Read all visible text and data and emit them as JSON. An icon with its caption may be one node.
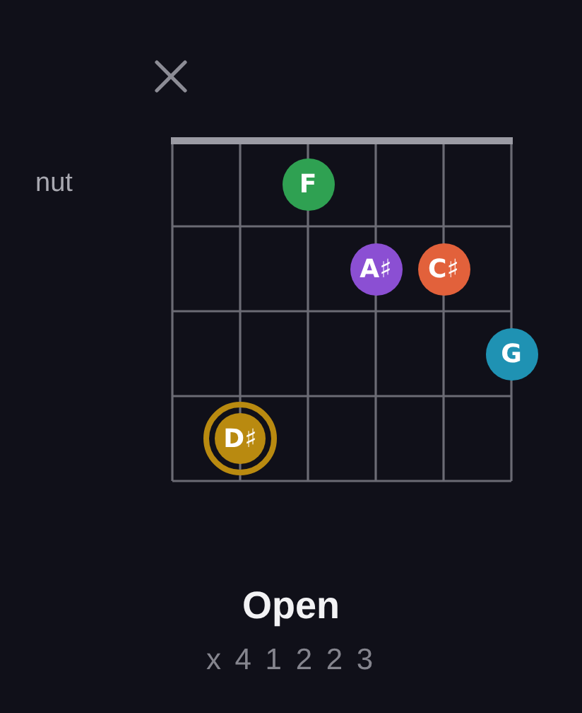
{
  "diagram": {
    "title": "Open",
    "nodes": [
      {
        "text": [
          "F"
        ]
      },
      {
        "text": [
          "A♯"
        ]
      },
      {
        "text": [
          "C♯"
        ]
      },
      {
        "text": [
          "G"
        ]
      },
      {
        "text": [
          "D♯"
        ]
      }
    ],
    "labels": [
      "nut",
      "x 4 1 2 2 3"
    ]
  }
}
